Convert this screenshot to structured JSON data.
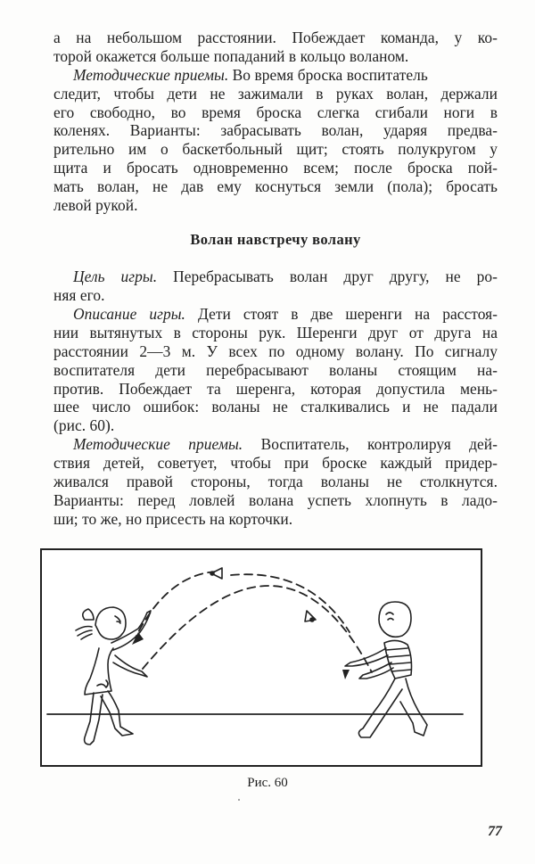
{
  "page": {
    "number": "77",
    "section_prev": {
      "lines": [
        "а на небольшом расстоянии. Побеждает команда, у ко-",
        "торой окажется больше попаданий в кольцо воланом."
      ],
      "methods_label": "Методические приемы.",
      "methods_lines": [
        " Во время броска воспитатель",
        "следит, чтобы дети не зажимали в руках волан, держали",
        "его свободно, во время  броска слегка сгибали ноги  в",
        "коленях. Варианты: забрасывать волан, ударяя предва-",
        "рительно им о баскетбольный щит; стоять полукругом у",
        "щита и бросать одновременно всем;  после броска пой-",
        "мать волан, не дав ему коснуться земли (пола); бросать",
        "левой рукой."
      ]
    },
    "game": {
      "title": "Волан навстречу волану",
      "goal_label": "Цель игры.",
      "goal_lines": [
        " Перебрасывать волан друг другу, не ро-",
        "няя его."
      ],
      "description_label": "Описание игры.",
      "description_lines": [
        " Дети стоят в две шеренги на расстоя-",
        "нии вытянутых в стороны рук. Шеренги друг от друга на",
        "расстоянии 2—3 м. У всех по одному волану. По сигналу",
        "воспитателя дети перебрасывают  воланы стоящим на-",
        "против. Побеждает та шеренга, которая допустила мень-",
        "шее число ошибок: воланы не сталкивались и не падали",
        "(рис. 60)."
      ],
      "methods_label": "Методические приемы.",
      "methods_lines": [
        " Воспитатель, контролируя дей-",
        "ствия детей, советует, чтобы при броске каждый придер-",
        "живался правой стороны, тогда  воланы  не столкнутся.",
        "Варианты: перед ловлей волана успеть хлопнуть в ладо-",
        "ши; то же, но присесть на корточки."
      ]
    },
    "figure": {
      "caption": "Рис. 60",
      "description": "Girl (left) and boy (right) throwing shuttlecocks to each other along dashed arcs",
      "ink_color": "#222222"
    }
  }
}
